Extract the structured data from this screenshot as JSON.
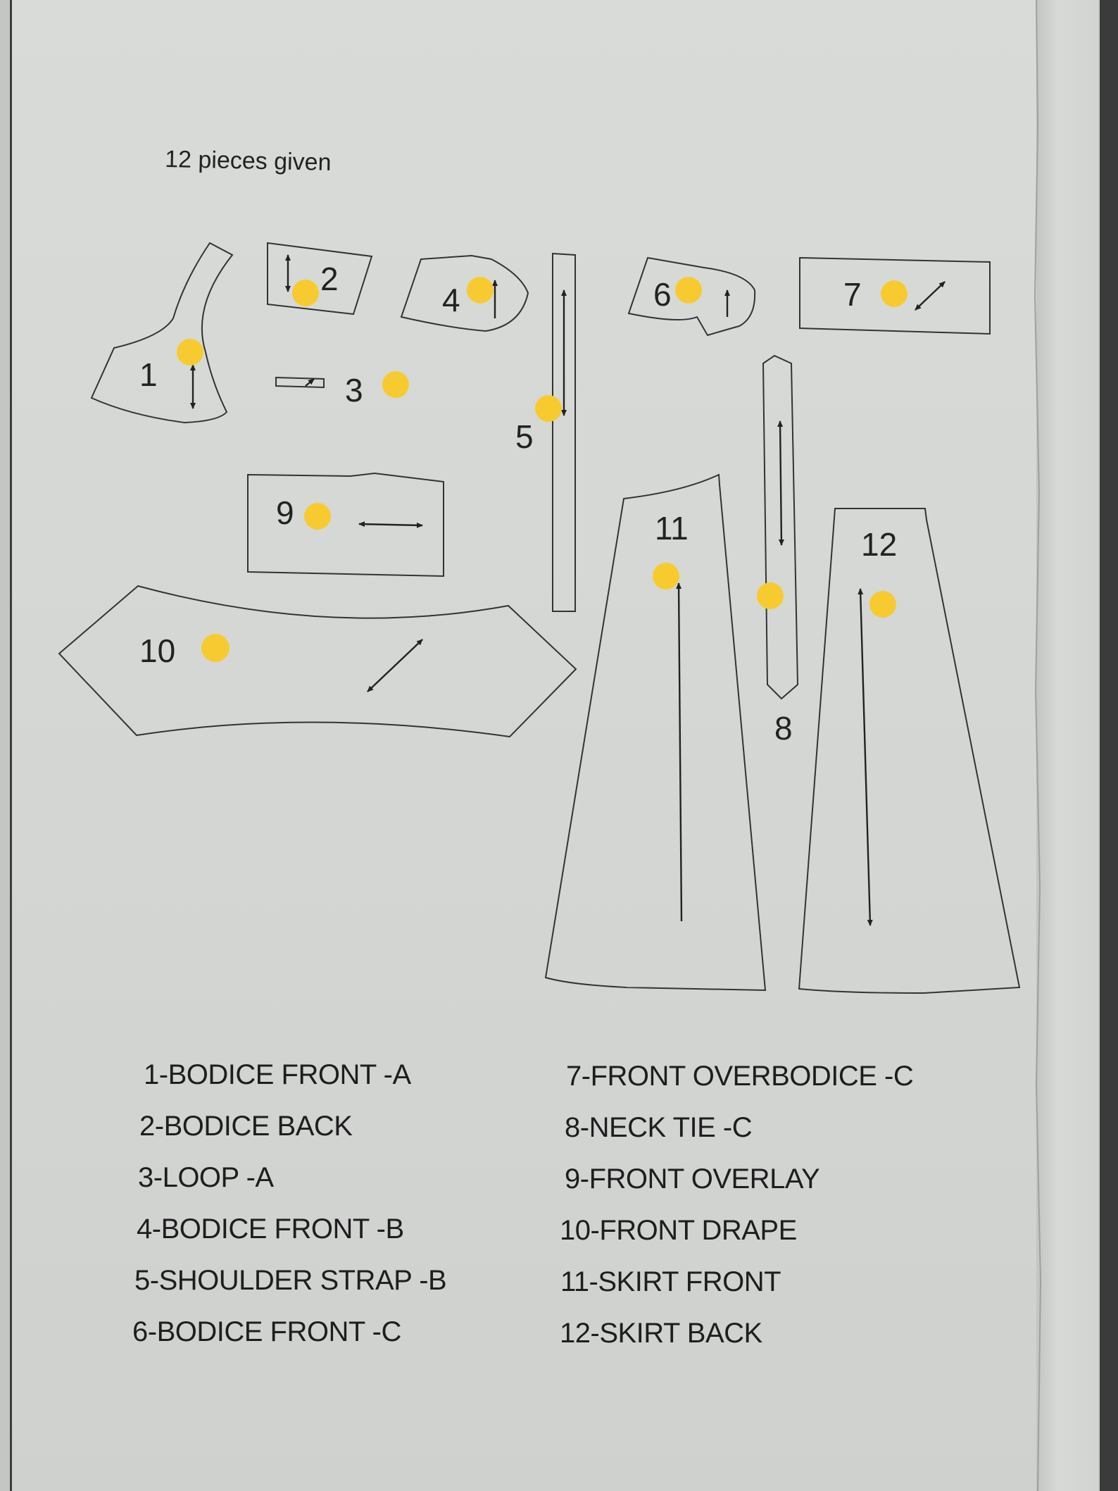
{
  "header": {
    "pieces_note": "12 pieces given"
  },
  "piece_numbers": {
    "p1": "1",
    "p2": "2",
    "p3": "3",
    "p4": "4",
    "p5": "5",
    "p6": "6",
    "p7": "7",
    "p8": "8",
    "p9": "9",
    "p10": "10",
    "p11": "11",
    "p12": "12"
  },
  "legend_left": [
    "1-BODICE FRONT -A",
    "2-BODICE BACK",
    "3-LOOP -A",
    "4-BODICE FRONT -B",
    "5-SHOULDER STRAP -B",
    "6-BODICE FRONT -C"
  ],
  "legend_right": [
    "7-FRONT OVERBODICE -C",
    "8-NECK TIE -C",
    "9-FRONT OVERLAY",
    "10-FRONT DRAPE",
    "11-SKIRT FRONT",
    "12-SKIRT BACK"
  ],
  "colors": {
    "marker": "#f7cb30",
    "paper": "#d7d9d7",
    "outline": "#333333"
  }
}
